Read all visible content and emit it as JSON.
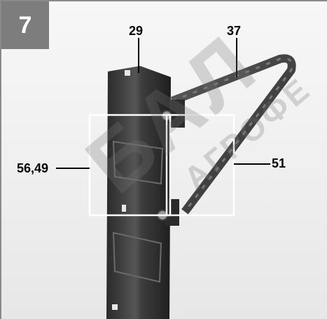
{
  "figure": {
    "number": "7",
    "callouts": {
      "post": "29",
      "arm": "37",
      "left_bracket": "56,49",
      "right_bracket": "51"
    },
    "watermark": {
      "large": "БАЛ",
      "small": "АГРОФЕ"
    }
  }
}
